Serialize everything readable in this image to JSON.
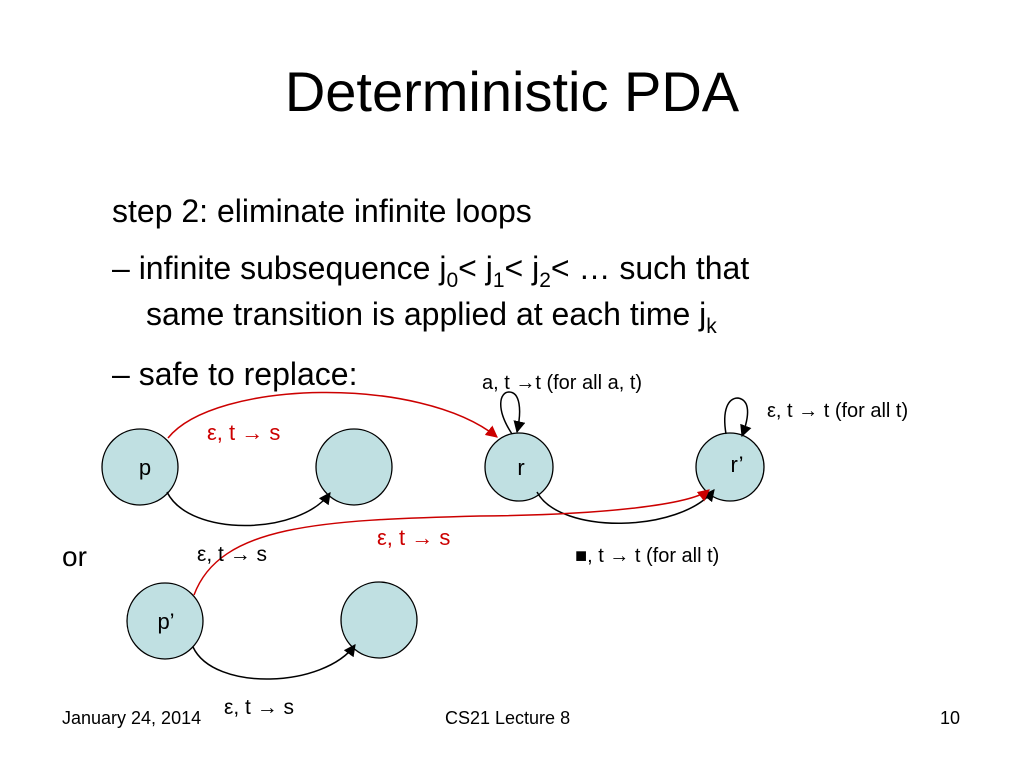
{
  "title": "Deterministic PDA",
  "bullets": {
    "step": "step 2: eliminate infinite loops",
    "b1_prefix": "– infinite subsequence j",
    "b1_sub0": "0",
    "b1_mid1": "< j",
    "b1_sub1": "1",
    "b1_mid2": "< j",
    "b1_sub2": "2",
    "b1_rest": "< … such that",
    "b1_line2": "same transition is applied at each time j",
    "b1_subk": "k",
    "b2": "– safe to replace:"
  },
  "or_label": "or",
  "diagram": {
    "states": {
      "p": "p",
      "q": "",
      "r": "r",
      "r_prime": "r’",
      "p_prime": "p’",
      "q_prime": ""
    },
    "labels": {
      "self_loop_r": "a, t →t  (for all a, t)",
      "self_loop_r_prime": "ε, t → t  (for all t)",
      "p_to_r_red": "ε, t → s",
      "p_to_q": "ε, t → s",
      "pprime_to_rprime_red": "ε, t → s",
      "r_to_rprime": "■, t → t  (for all t)",
      "pprime_to_qprime": "ε, t → s"
    },
    "colors": {
      "highlight": "#cc0000",
      "state_fill": "#c0e0e2",
      "stroke": "#000000"
    }
  },
  "footer": {
    "date": "January 24,  2014",
    "course": "CS21 Lecture 8",
    "page": "10"
  }
}
